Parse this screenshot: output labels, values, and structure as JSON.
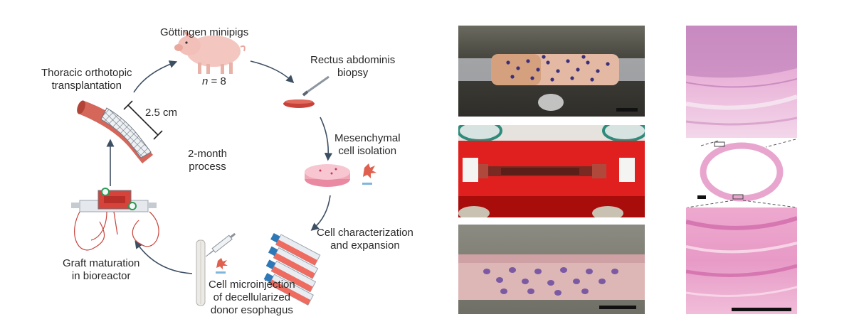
{
  "diagram": {
    "steps": {
      "animals_title": "Göttingen minipigs",
      "animals_n_var": "n",
      "animals_n_rest": " = 8",
      "biopsy": [
        "Rectus abdominis",
        "biopsy"
      ],
      "isolation": [
        "Mesenchymal",
        "cell isolation"
      ],
      "characterization": [
        "Cell characterization",
        "and expansion"
      ],
      "microinjection": [
        "Cell microinjection",
        "of decellularized",
        "donor esophagus"
      ],
      "maturation": [
        "Graft maturation",
        "in bioreactor"
      ],
      "transplantation": [
        "Thoracic orthotopic",
        "transplantation"
      ]
    },
    "graft_length": "2.5 cm",
    "center_text": [
      "2-month",
      "process"
    ]
  },
  "colors": {
    "arrow": "#3d4f63",
    "tissue_red": "#c9423a",
    "dish_pink": "#f2a7b6",
    "flask_blue": "#2f78b8",
    "stain_pink": "#e8a6cf",
    "bioreactor_medium": "#d8161a"
  }
}
